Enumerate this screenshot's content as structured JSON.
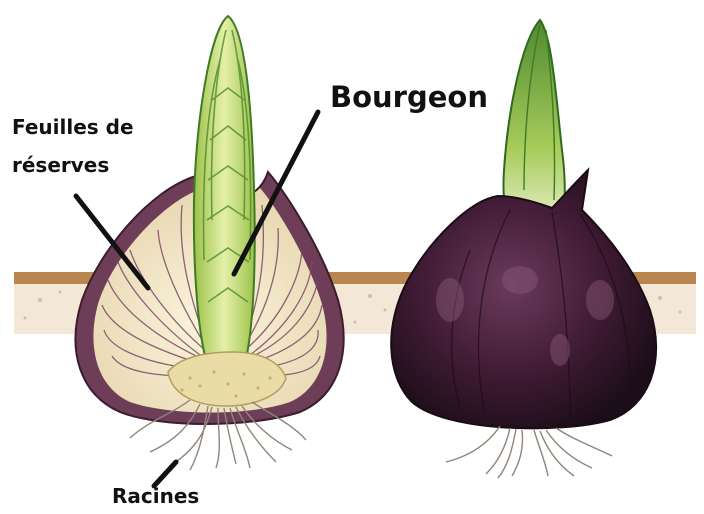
{
  "labels": {
    "feuilles_line1": "Feuilles de",
    "feuilles_line2": "réserves",
    "bourgeon": "Bourgeon",
    "racines": "Racines"
  },
  "colors": {
    "soil": "#b9864f",
    "soil_light": "#e9d2b0",
    "scale_cream": "#f4e8c8",
    "scale_stripe": "#7a4a64",
    "bud_green": "#bcd86a",
    "bud_dark": "#4f8a2e",
    "bulb_purple": "#4a1f3c",
    "bulb_dark": "#24121f",
    "root": "#d9d4ca",
    "basal_plate": "#eadca6"
  }
}
